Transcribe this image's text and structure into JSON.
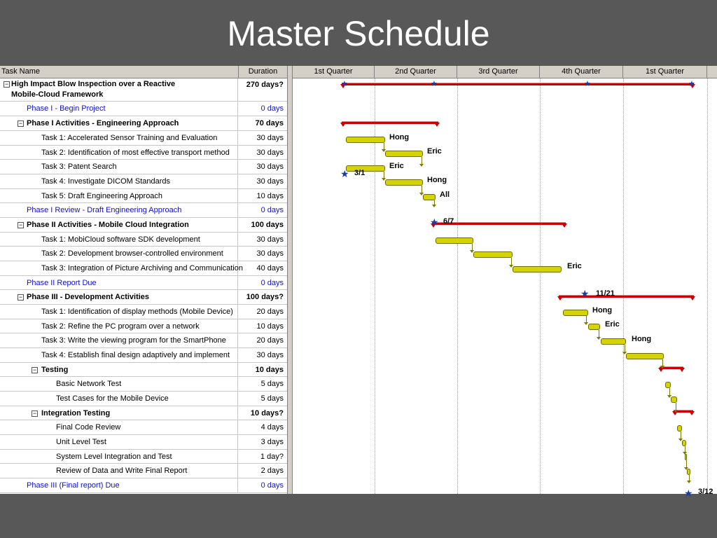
{
  "slide": {
    "title": "Master Schedule"
  },
  "table": {
    "headers": {
      "task": "Task Name",
      "duration": "Duration"
    },
    "rows": [
      {
        "name": "High Impact Blow Inspection over a Reactive Mobile-Cloud Framework",
        "line1": "High Impact Blow Inspection over a Reactive",
        "line2": "Mobile-Cloud Framework",
        "duration": "270 days?",
        "kind": "summary",
        "toggle": "⊟"
      },
      {
        "name": "Phase I - Begin Project",
        "duration": "0 days",
        "kind": "milestone"
      },
      {
        "name": "Phase I Activities - Engineering Approach",
        "duration": "70 days",
        "kind": "summary",
        "toggle": "⊟"
      },
      {
        "name": "Task 1: Accelerated Sensor Training and Evaluation",
        "duration": "30 days",
        "kind": "task"
      },
      {
        "name": "Task 2: Identification of most effective transport method",
        "duration": "30 days",
        "kind": "task"
      },
      {
        "name": "Task 3: Patent Search",
        "duration": "30 days",
        "kind": "task"
      },
      {
        "name": "Task 4: Investigate DICOM Standards",
        "duration": "30 days",
        "kind": "task"
      },
      {
        "name": "Task 5: Draft Engineering Approach",
        "duration": "10 days",
        "kind": "task"
      },
      {
        "name": "Phase I Review - Draft Engineering Approach",
        "duration": "0 days",
        "kind": "milestone"
      },
      {
        "name": "Phase II Activities - Mobile Cloud Integration",
        "duration": "100 days",
        "kind": "summary",
        "toggle": "⊟"
      },
      {
        "name": "Task 1: MobiCloud software SDK development",
        "duration": "30 days",
        "kind": "task"
      },
      {
        "name": "Task 2: Development browser-controlled environment",
        "duration": "30 days",
        "kind": "task"
      },
      {
        "name": "Task 3: Integration of Picture Archiving and Communication",
        "duration": "40 days",
        "kind": "task"
      },
      {
        "name": "Phase II Report Due",
        "duration": "0 days",
        "kind": "milestone"
      },
      {
        "name": "Phase III - Development Activities",
        "duration": "100 days?",
        "kind": "summary",
        "toggle": "⊟"
      },
      {
        "name": "Task 1: Identification of display methods (Mobile Device)",
        "duration": "20 days",
        "kind": "task"
      },
      {
        "name": "Task 2: Refine the PC program over a network",
        "duration": "10 days",
        "kind": "task"
      },
      {
        "name": "Task 3: Write the viewing program for the SmartPhone",
        "duration": "20 days",
        "kind": "task"
      },
      {
        "name": "Task 4: Establish final design adaptively and implement",
        "duration": "30 days",
        "kind": "task"
      },
      {
        "name": "Testing",
        "duration": "10 days",
        "kind": "summary",
        "toggle": "⊟"
      },
      {
        "name": "Basic Network Test",
        "duration": "5 days",
        "kind": "task"
      },
      {
        "name": "Test Cases for the Mobile Device",
        "duration": "5 days",
        "kind": "task"
      },
      {
        "name": "Integration Testing",
        "duration": "10 days?",
        "kind": "summary",
        "toggle": "⊟"
      },
      {
        "name": "Final Code Review",
        "duration": "4 days",
        "kind": "task"
      },
      {
        "name": "Unit Level Test",
        "duration": "3 days",
        "kind": "task"
      },
      {
        "name": "System Level Integration and Test",
        "duration": "1 day?",
        "kind": "task"
      },
      {
        "name": "Review of Data and Write Final Report",
        "duration": "2 days",
        "kind": "task"
      },
      {
        "name": "Phase III (Final report) Due",
        "duration": "0 days",
        "kind": "milestone"
      }
    ]
  },
  "timescale": {
    "quarters": [
      "1st Quarter",
      "2nd Quarter",
      "3rd Quarter",
      "4th Quarter",
      "1st Quarter"
    ]
  },
  "gantt": {
    "resource_labels": [
      "Hong",
      "Eric",
      "Eric",
      "Hong",
      "All",
      "Eric",
      "Hong",
      "Eric",
      "Hong"
    ],
    "milestone_labels": [
      "3/1",
      "6/7",
      "11/21",
      "3/12"
    ]
  },
  "colors": {
    "task_bar": "#d6d400",
    "summary_bar": "#cc0000",
    "milestone_star": "#1a3ca8",
    "milestone_text": "#1010d0",
    "background": "#585858"
  }
}
